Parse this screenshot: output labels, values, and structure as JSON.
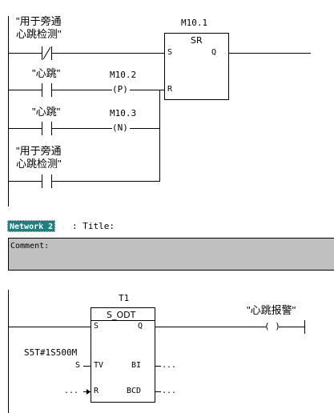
{
  "network1": {
    "contact1": {
      "label_line1": "\"用于旁通",
      "label_line2": "心跳检测\""
    },
    "contact2": {
      "label": "\"心跳\""
    },
    "contact3": {
      "label": "\"心跳\""
    },
    "contact4": {
      "label_line1": "\"用于旁通",
      "label_line2": "心跳检测\""
    },
    "edge_p": {
      "address": "M10.2",
      "symbol": "P"
    },
    "edge_n": {
      "address": "M10.3",
      "symbol": "N"
    },
    "sr_block": {
      "address": "M10.1",
      "title": "SR",
      "pin_s": "S",
      "pin_q": "Q",
      "pin_r": "R"
    }
  },
  "network2": {
    "label": "Network 2",
    "title": ": Title:",
    "comment": "Comment:",
    "timer": {
      "address": "T1",
      "title": "S_ODT",
      "pin_s": "S",
      "pin_q": "Q",
      "pin_tv": "TV",
      "pin_bi": "BI",
      "pin_r": "R",
      "pin_bcd": "BCD",
      "tv_value": "S5T#1S500M",
      "tv_prefix": "S",
      "bi_out": "...",
      "bcd_out": "...",
      "r_in": "..."
    },
    "coil": {
      "label": "\"心跳报警\"",
      "symbol": "( )"
    }
  }
}
